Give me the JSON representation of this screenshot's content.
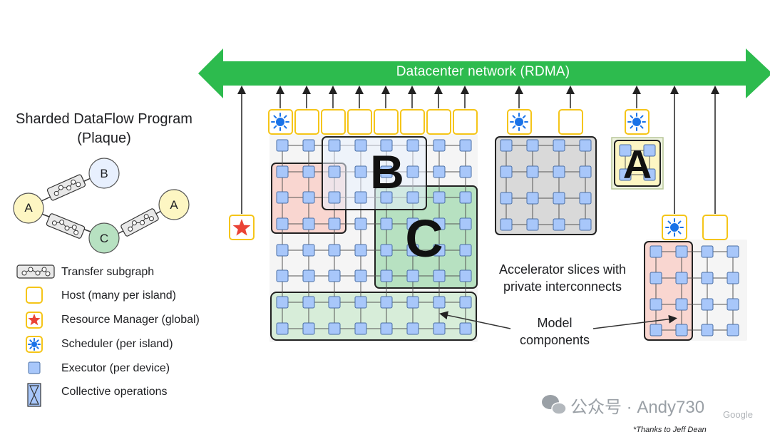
{
  "title": "Sharded DataFlow Program\n(Plaque)",
  "network": {
    "label": "Datacenter network (RDMA)"
  },
  "nodes": [
    "A",
    "B",
    "C",
    "A"
  ],
  "components": {
    "b": "B",
    "c": "C",
    "a": "A"
  },
  "legend": [
    {
      "label": "Transfer subgraph",
      "icon": "transfer-subgraph-icon"
    },
    {
      "label": "Host (many per island)",
      "icon": "host-icon"
    },
    {
      "label": "Resource Manager (global)",
      "icon": "star-icon"
    },
    {
      "label": "Scheduler (per island)",
      "icon": "sun-icon"
    },
    {
      "label": "Executor (per device)",
      "icon": "executor-square-icon"
    },
    {
      "label": "Collective operations",
      "icon": "hourglass-icon"
    }
  ],
  "annotations": {
    "accelerator": "Accelerator slices with\nprivate interconnects",
    "model": "Model\ncomponents"
  },
  "watermark": "公众号 · Andy730",
  "logo": "Google",
  "credit": "*Thanks to Jeff Dean",
  "colors": {
    "network_green": "#2dbb4e",
    "host_border": "#f5c518",
    "executor_fill": "#a8c7fa",
    "executor_border": "#4a6fa5",
    "sun_blue": "#1a73e8",
    "star_red": "#ea4335",
    "slice_b_fill": "#e8f0fe",
    "slice_c_fill": "#b7e1c1",
    "slice_red_fill": "#f9d6d0",
    "slice_gray_fill": "#d9d9d9",
    "slice_a_fill": "#fdf6c3"
  }
}
